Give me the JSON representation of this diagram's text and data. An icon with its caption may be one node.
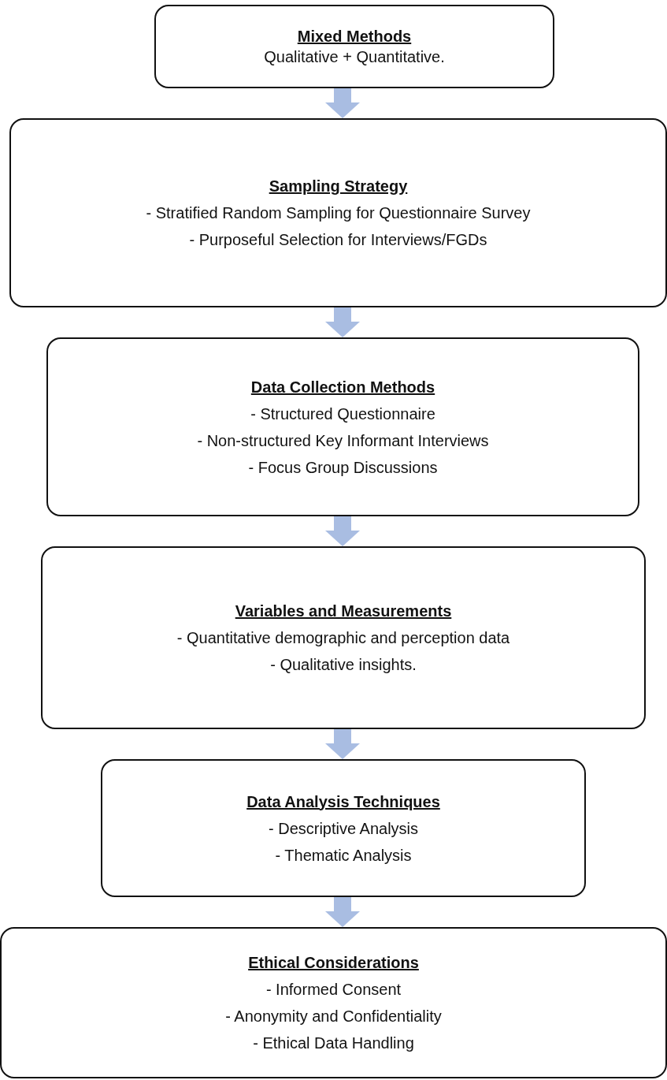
{
  "diagram": {
    "nodes": [
      {
        "text": [
          "Mixed Methods",
          "Qualitative + Quantitative."
        ]
      },
      {
        "text": [
          "Sampling Strategy",
          "- Stratified Random Sampling for Questionnaire Survey",
          "- Purposeful Selection for Interviews/FGDs"
        ]
      },
      {
        "text": [
          "Data Collection Methods",
          "- Structured Questionnaire",
          "- Non-structured Key Informant Interviews",
          "- Focus Group Discussions"
        ]
      },
      {
        "text": [
          "Variables and Measurements",
          "- Quantitative demographic and perception data",
          "- Qualitative insights."
        ]
      },
      {
        "text": [
          "Data Analysis Techniques",
          "- Descriptive Analysis",
          "- Thematic Analysis"
        ]
      },
      {
        "text": [
          "Ethical Considerations",
          "- Informed Consent",
          "- Anonymity and Confidentiality",
          "- Ethical Data Handling"
        ]
      }
    ],
    "edges": [
      {
        "from": 0,
        "to": 1,
        "arrow": "to"
      },
      {
        "from": 1,
        "to": 2,
        "arrow": "to"
      },
      {
        "from": 2,
        "to": 3,
        "arrow": "to"
      },
      {
        "from": 3,
        "to": 4,
        "arrow": "to"
      },
      {
        "from": 4,
        "to": 5,
        "arrow": "to"
      }
    ]
  }
}
